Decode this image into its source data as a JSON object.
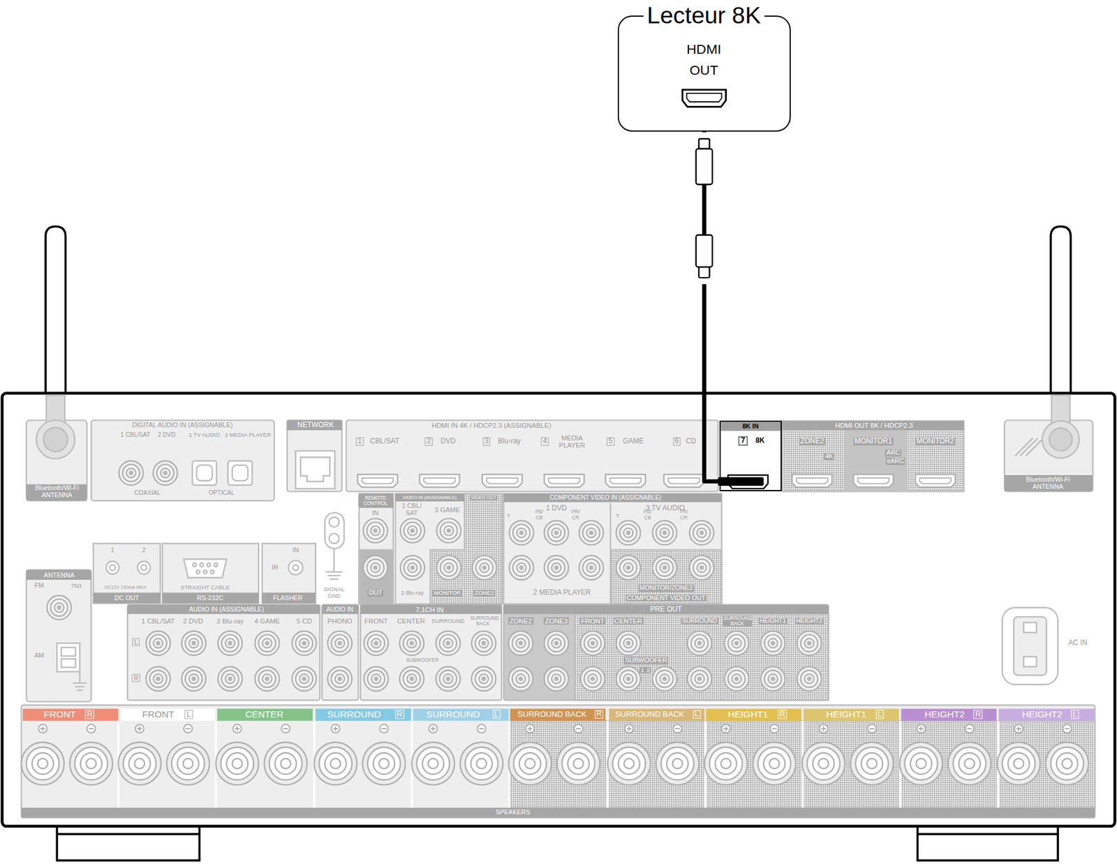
{
  "diagram": {
    "nodes": [
      {
        "text": [
          "Lecteur 8K",
          "HDMI OUT"
        ]
      },
      {
        "text": [
          "8K IN",
          "7",
          "8K"
        ]
      }
    ],
    "edges": [
      {
        "from": 0,
        "to": 1,
        "arrow": "none"
      }
    ],
    "labels": [
      "Bluetooth/Wi-Fi ANTENNA",
      "DIGITAL AUDIO IN (ASSIGNABLE)",
      "1 CBL/SAT",
      "2 DVD",
      "1 TV AUDIO",
      "2 MEDIA PLAYER",
      "COAXIAL",
      "OPTICAL",
      "NETWORK",
      "HDMI IN 4K / HDCP2.3 (ASSIGNABLE)",
      "1",
      "CBL/SAT",
      "2",
      "DVD",
      "3",
      "Blu-ray",
      "4",
      "MEDIA PLAYER",
      "5",
      "GAME",
      "6",
      "CD",
      "HDMI OUT 8K / HDCP2.3",
      "ZONE2",
      "4K",
      "MONITOR1",
      "ARC",
      "eARC",
      "MONITOR2",
      "Bluetooth/Wi-Fi ANTENNA",
      "REMOTE CONTROL",
      "IN",
      "OUT",
      "VIDEO IN (ASSIGNABLE)",
      "1 CBL/ SAT",
      "3 GAME",
      "VIDEO OUT",
      "2 Blu-ray",
      "MONITOR",
      "ZONE2",
      "COMPONENT VIDEO IN (ASSIGNABLE)",
      "Y",
      "1 DVD",
      "PB/ CB",
      "PR/ CR",
      "Y",
      "3 TV AUDIO",
      "PB/ CB",
      "PR/ CR",
      "2 MEDIA PLAYER",
      "MONITOR/ZONE2",
      "COMPONENT VIDEO OUT",
      "SIGNAL GND",
      "1",
      "2",
      "DC12V 150mA MAX.",
      "DC OUT",
      "STRAIGHT CABLE",
      "RS-232C",
      "IN",
      "IR",
      "FLASHER",
      "ANTENNA",
      "FM",
      "75Ω",
      "AM",
      "AUDIO IN (ASSIGNABLE)",
      "1 CBL/SAT",
      "2 DVD",
      "3 Blu-ray",
      "4 GAME",
      "5 CD",
      "L",
      "R",
      "AUDIO IN",
      "PHONO",
      "7.1CH IN",
      "FRONT",
      "CENTER",
      "SURROUND",
      "SURROUND BACK",
      "SUBWOOFER",
      "PRE OUT",
      "ZONE2",
      "ZONE3",
      "FRONT",
      "CENTER",
      "SUBWOOFER",
      "1",
      "2",
      "SURROUND",
      "SURROUND BACK",
      "HEIGHT1",
      "HEIGHT2",
      "AC IN",
      "FRONT",
      "R",
      "FRONT",
      "L",
      "CENTER",
      "SURROUND",
      "R",
      "SURROUND",
      "L",
      "SURROUND BACK",
      "R",
      "SURROUND BACK",
      "L",
      "HEIGHT1",
      "R",
      "HEIGHT1",
      "L",
      "HEIGHT2",
      "R",
      "HEIGHT2",
      "L",
      "SPEAKERS"
    ]
  }
}
